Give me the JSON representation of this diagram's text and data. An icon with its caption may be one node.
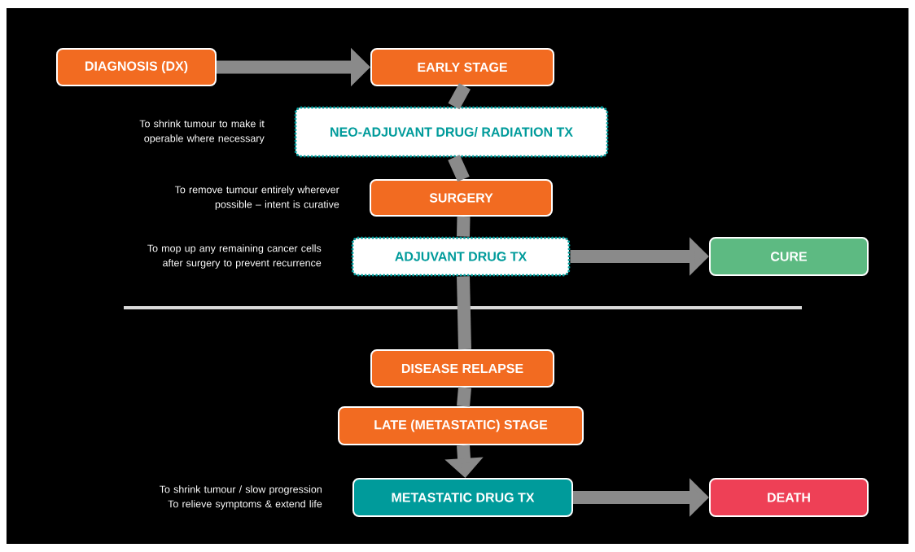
{
  "diagram": {
    "nodes": [
      {
        "text": [
          "DIAGNOSIS (DX)"
        ]
      },
      {
        "text": [
          "EARLY STAGE"
        ]
      },
      {
        "text": [
          "NEO-ADJUVANT DRUG/ RADIATION TX"
        ],
        "beside": [
          "To shrink tumour to make it operable where necessary"
        ]
      },
      {
        "text": [
          "SURGERY"
        ],
        "beside": [
          "To remove tumour entirely wherever possible – intent is curative"
        ]
      },
      {
        "text": [
          "ADJUVANT DRUG TX"
        ],
        "beside": [
          "To mop up any remaining cancer cells after surgery to prevent recurrence"
        ]
      },
      {
        "text": [
          "CURE"
        ]
      },
      {
        "text": [
          "DISEASE RELAPSE"
        ]
      },
      {
        "text": [
          "LATE (METASTATIC) STAGE"
        ]
      },
      {
        "text": [
          "METASTATIC DRUG TX"
        ],
        "beside": [
          "To shrink tumour / slow progression To relieve symptoms & extend life"
        ]
      },
      {
        "text": [
          "DEATH"
        ]
      }
    ],
    "edges": [
      {
        "from": 0,
        "to": 1,
        "arrow": "to"
      },
      {
        "from": 1,
        "to": 2,
        "arrow": "none"
      },
      {
        "from": 2,
        "to": 3,
        "arrow": "none"
      },
      {
        "from": 3,
        "to": 4,
        "arrow": "none"
      },
      {
        "from": 4,
        "to": 5,
        "arrow": "to"
      },
      {
        "from": 4,
        "to": 6,
        "arrow": "none"
      },
      {
        "from": 6,
        "to": 7,
        "arrow": "none"
      },
      {
        "from": 7,
        "to": 8,
        "arrow": "to"
      },
      {
        "from": 8,
        "to": 9,
        "arrow": "to"
      }
    ]
  }
}
